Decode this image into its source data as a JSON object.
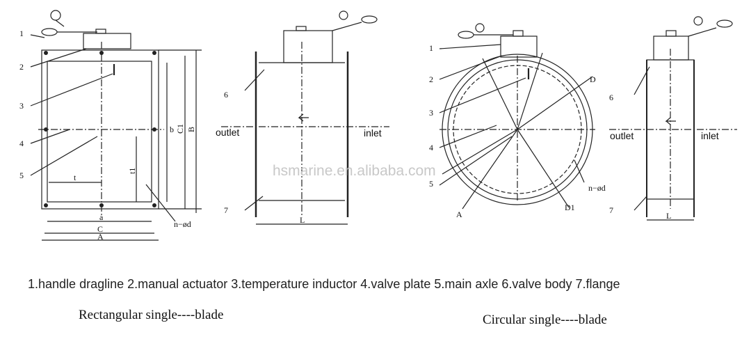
{
  "rect_front": {
    "callouts": [
      "1",
      "2",
      "3",
      "4",
      "5"
    ],
    "dims": {
      "A": "A",
      "C": "C",
      "a": "a",
      "t": "t",
      "t1": "t1",
      "b": "b",
      "C1": "C1",
      "B": "B",
      "nd": "n−ød"
    }
  },
  "rect_side": {
    "callouts": [
      "6",
      "7"
    ],
    "outlet": "outlet",
    "inlet": "inlet",
    "L": "L"
  },
  "circ_front": {
    "callouts": [
      "1",
      "2",
      "3",
      "4",
      "5"
    ],
    "dims": {
      "D": "D",
      "A": "A",
      "D1": "D1",
      "nd": "n−ød"
    }
  },
  "circ_side": {
    "callouts": [
      "6",
      "7"
    ],
    "outlet": "outlet",
    "inlet": "inlet",
    "L": "L"
  },
  "watermark": "hsmarine.en.alibaba.com",
  "legend": "1.handle dragline 2.manual actuator 3.temperature inductor 4.valve plate 5.main axle 6.valve body 7.flange",
  "captions": {
    "rectangular": "Rectangular single----blade",
    "circular": "Circular single----blade"
  }
}
